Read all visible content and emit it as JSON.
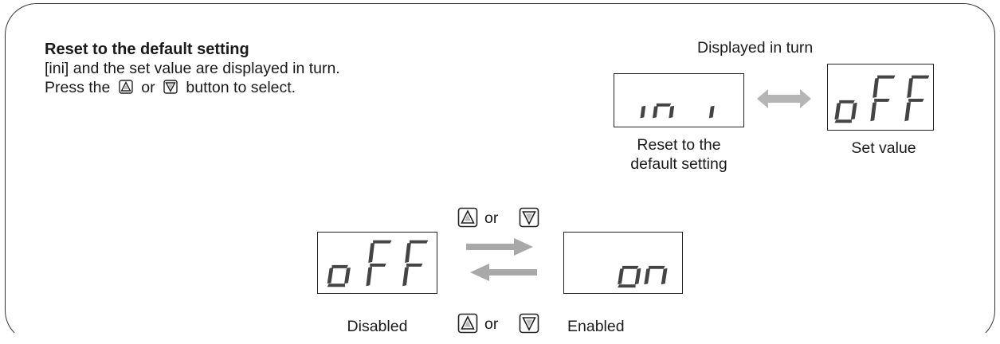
{
  "intro": {
    "title": "Reset to the default setting",
    "line1": "[ini] and the set value are displayed in turn.",
    "line2_pre": "Press the",
    "line2_or": "or",
    "line2_post": "button to select."
  },
  "top_diagram": {
    "heading": "Displayed in turn",
    "left_display": "ini",
    "left_caption_1": "Reset to the",
    "left_caption_2": "default setting",
    "right_display": "oFF",
    "right_caption": "Set value"
  },
  "bottom_diagram": {
    "left_display": "oFF",
    "left_caption": "Disabled",
    "right_display": "on",
    "right_caption": "Enabled",
    "or_top": "or",
    "or_bottom": "or"
  },
  "icons": {
    "up": "up-triangle-button-icon",
    "down": "down-triangle-button-icon"
  },
  "colors": {
    "segment": "#444444",
    "arrow": "#9a9a9a",
    "border": "#222222"
  }
}
